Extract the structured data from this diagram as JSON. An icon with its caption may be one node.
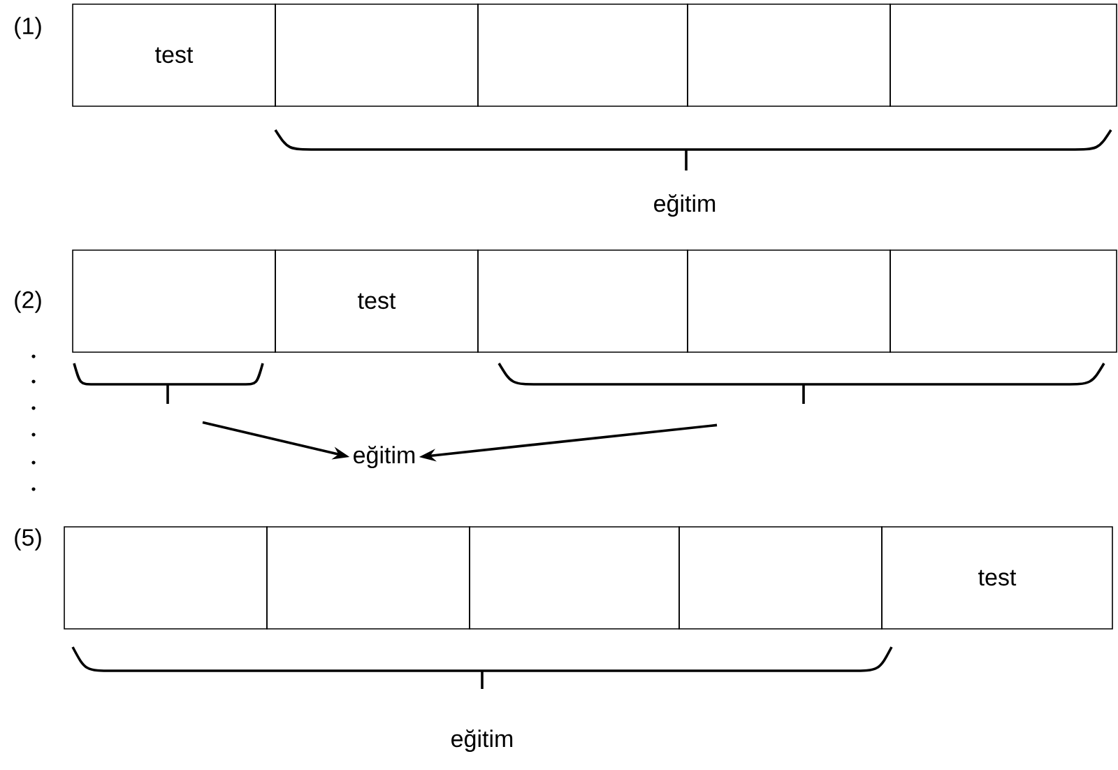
{
  "diagram": {
    "nodes": [
      {
        "text": [
          "test"
        ]
      },
      {
        "text": [],
        "shape": "box"
      },
      {
        "text": [],
        "shape": "box"
      },
      {
        "text": [],
        "shape": "box"
      },
      {
        "text": [],
        "shape": "box"
      },
      {
        "text": [],
        "shape": "box"
      },
      {
        "text": [
          "test"
        ]
      },
      {
        "text": [],
        "shape": "box"
      },
      {
        "text": [],
        "shape": "box"
      },
      {
        "text": [],
        "shape": "box"
      },
      {
        "text": [],
        "shape": "box"
      },
      {
        "text": [],
        "shape": "box"
      },
      {
        "text": [],
        "shape": "box"
      },
      {
        "text": [],
        "shape": "box"
      },
      {
        "text": [
          "test"
        ]
      },
      {
        "text": [],
        "shape": "bracket"
      },
      {
        "text": [],
        "shape": "bracket"
      },
      {
        "text": [
          "eğitim"
        ]
      }
    ],
    "edges": [
      {
        "from": 15,
        "to": 17,
        "arrow": "to"
      },
      {
        "from": 16,
        "to": 17,
        "arrow": "to"
      }
    ],
    "labels": [
      "(1)",
      "eğitim",
      "(2)",
      "(5)",
      "eğitim"
    ]
  }
}
